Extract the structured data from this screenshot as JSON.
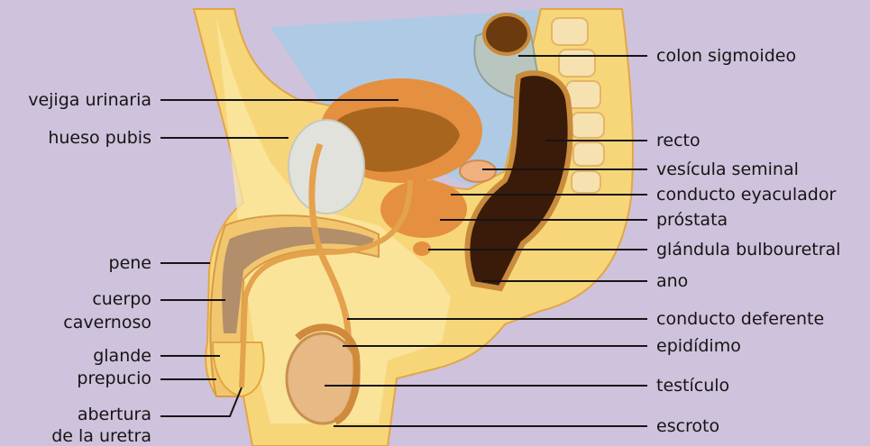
{
  "labels": {
    "vejiga": "vejiga urinaria",
    "hueso": "hueso pubis",
    "pene": "pene",
    "cuerpo_1": "cuerpo",
    "cuerpo_2": "cavernoso",
    "glande": "glande",
    "prepucio": "prepucio",
    "abertura_1": "abertura",
    "abertura_2": "de la uretra",
    "colon": "colon sigmoideo",
    "recto": "recto",
    "vesicula": "vesícula seminal",
    "eyaculador": "conducto eyaculador",
    "prostata": "próstata",
    "bulbouretral": "glándula bulbouretral",
    "ano": "ano",
    "deferente": "conducto deferente",
    "epididimo": "epidídimo",
    "testiculo": "testículo",
    "escroto": "escroto"
  },
  "colors": {
    "background": "#cfc2dc",
    "body": "#f7d67a",
    "inner_body": "#fbeaa8",
    "bladder": "#e49040",
    "bladder_inner": "#a8651e",
    "rectum": "#3a1a08",
    "duct": "#e4a24c",
    "bone": "#e2e2dc",
    "sky": "#a9cbe6"
  }
}
